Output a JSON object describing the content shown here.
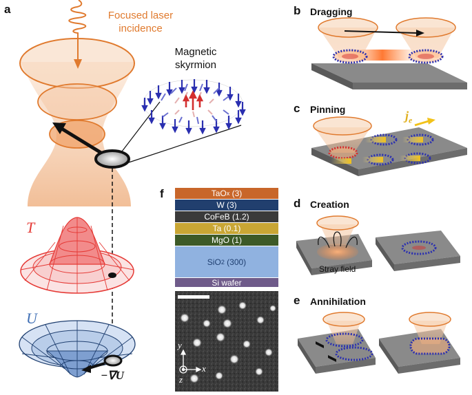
{
  "panels": {
    "a": {
      "label": "a",
      "laser_text_line1": "Focused laser",
      "laser_text_line2": "incidence",
      "skyrmion_line1": "Magnetic",
      "skyrmion_line2": "skyrmion",
      "T_symbol": "T",
      "U_symbol": "U",
      "gradU": "−∇U"
    },
    "b": {
      "label": "b",
      "title": "Dragging"
    },
    "c": {
      "label": "c",
      "title": "Pinning",
      "current_label": "j",
      "current_sub": "e"
    },
    "d": {
      "label": "d",
      "title": "Creation",
      "stray_field": "Stray field"
    },
    "e": {
      "label": "e",
      "title": "Annihilation"
    },
    "f": {
      "label": "f",
      "layers": [
        {
          "name": "TaOx (3)",
          "text_main": "TaO",
          "text_sub": "x",
          "text_rest": " (3)",
          "color": "#c8662a",
          "text_color": "#ffffff"
        },
        {
          "name": "W (3)",
          "text_main": "W (3)",
          "text_sub": "",
          "text_rest": "",
          "color": "#213f6e",
          "text_color": "#ffffff"
        },
        {
          "name": "CoFeB (1.2)",
          "text_main": "CoFeB (1.2)",
          "text_sub": "",
          "text_rest": "",
          "color": "#3a3a3a",
          "text_color": "#ffffff"
        },
        {
          "name": "Ta (0.1)",
          "text_main": "Ta (0.1)",
          "text_sub": "",
          "text_rest": "",
          "color": "#c9a634",
          "text_color": "#ffffff"
        },
        {
          "name": "MgO (1)",
          "text_main": "MgO (1)",
          "text_sub": "",
          "text_rest": "",
          "color": "#3d5a27",
          "text_color": "#ffffff"
        },
        {
          "name": "SiO2 (300)",
          "text_main": "SiO",
          "text_sub": "2",
          "text_rest": " (300)",
          "color": "#90b2e0",
          "text_color": "#1f3f70"
        },
        {
          "name": "Si wafer",
          "text_main": "Si wafer",
          "text_sub": "",
          "text_rest": "",
          "color": "#6f5b8a",
          "text_color": "#ffffff"
        }
      ],
      "axis_y": "y",
      "axis_x": "x",
      "axis_z": "z"
    }
  },
  "colors": {
    "laser": "#e07a2e",
    "T_surface": "#e53935",
    "U_surface": "#3f6fb5",
    "substrate": "#8a8a8a"
  }
}
